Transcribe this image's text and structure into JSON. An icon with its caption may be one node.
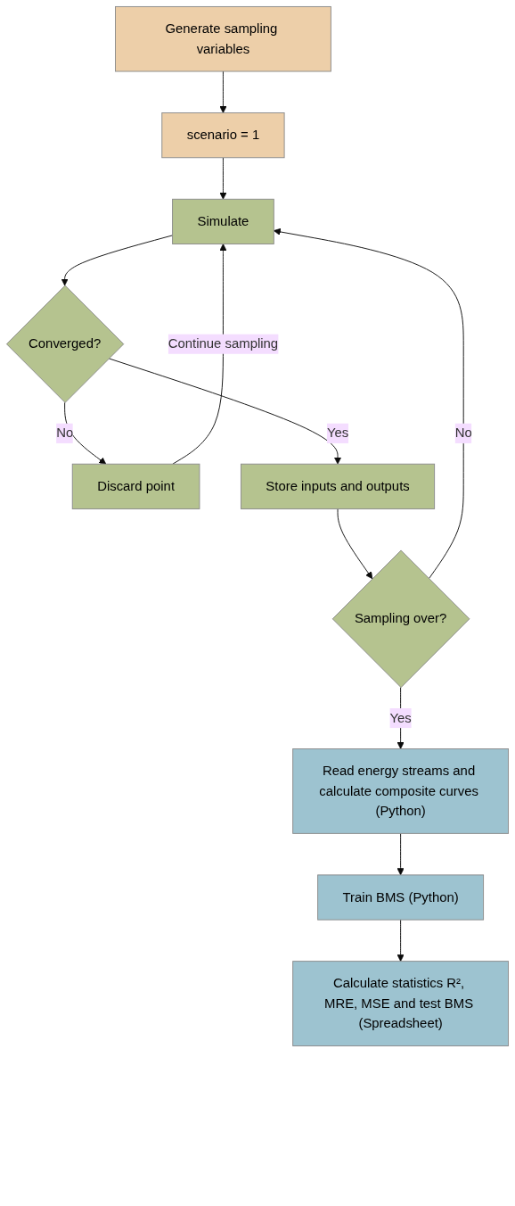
{
  "diagram": {
    "nodes": [
      {
        "text": [
          "Generate sampling variables"
        ]
      },
      {
        "text": [
          "scenario = 1"
        ]
      },
      {
        "text": [
          "Simulate"
        ]
      },
      {
        "text": [
          "Converged?"
        ]
      },
      {
        "text": [
          "Discard point"
        ]
      },
      {
        "text": [
          "Store inputs and outputs"
        ]
      },
      {
        "text": [
          "Sampling over?"
        ]
      },
      {
        "text": [
          "Read energy streams and calculate composite curves (Python)"
        ]
      },
      {
        "text": [
          "Train BMS (Python)"
        ]
      },
      {
        "text": [
          "Calculate statistics R², MRE, MSE and test BMS (Spreadsheet)"
        ]
      }
    ],
    "edges": [
      {
        "from": 0,
        "to": 1,
        "arrow": "to"
      },
      {
        "from": 1,
        "to": 2,
        "arrow": "to"
      },
      {
        "from": 2,
        "to": 3,
        "arrow": "to"
      },
      {
        "from": 3,
        "to": 4,
        "label": "No",
        "arrow": "to"
      },
      {
        "from": 4,
        "to": 2,
        "label": "Continue sampling",
        "arrow": "to"
      },
      {
        "from": 3,
        "to": 5,
        "label": "Yes",
        "arrow": "to"
      },
      {
        "from": 5,
        "to": 6,
        "arrow": "to"
      },
      {
        "from": 6,
        "to": 2,
        "label": "No",
        "arrow": "to"
      },
      {
        "from": 6,
        "to": 7,
        "label": "Yes",
        "arrow": "to"
      },
      {
        "from": 7,
        "to": 8,
        "arrow": "to"
      },
      {
        "from": 8,
        "to": 9,
        "arrow": "to"
      }
    ]
  }
}
